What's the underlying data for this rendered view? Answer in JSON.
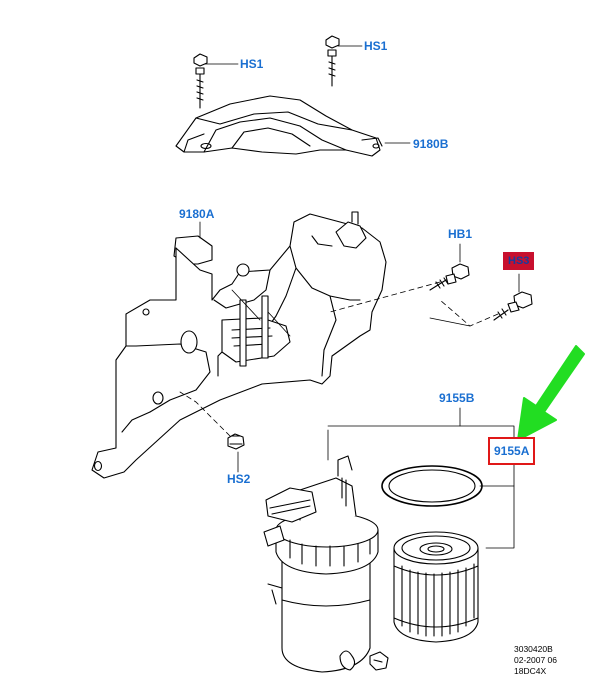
{
  "colors": {
    "label": "#1a6fd1",
    "highlight_box": "#e01818",
    "highlight_fill": "#c8102e",
    "arrow": "#22dd22",
    "line": "#000000"
  },
  "labels": {
    "hs1_left": "HS1",
    "hs1_right": "HS1",
    "p9180b": "9180B",
    "p9180a": "9180A",
    "hb1": "HB1",
    "hs3": "HS3",
    "hs2": "HS2",
    "p9155b": "9155B",
    "p9155a": "9155A"
  },
  "meta": {
    "line1": "3030420B",
    "line2": "02-2007 06",
    "line3": "18DC4X"
  }
}
